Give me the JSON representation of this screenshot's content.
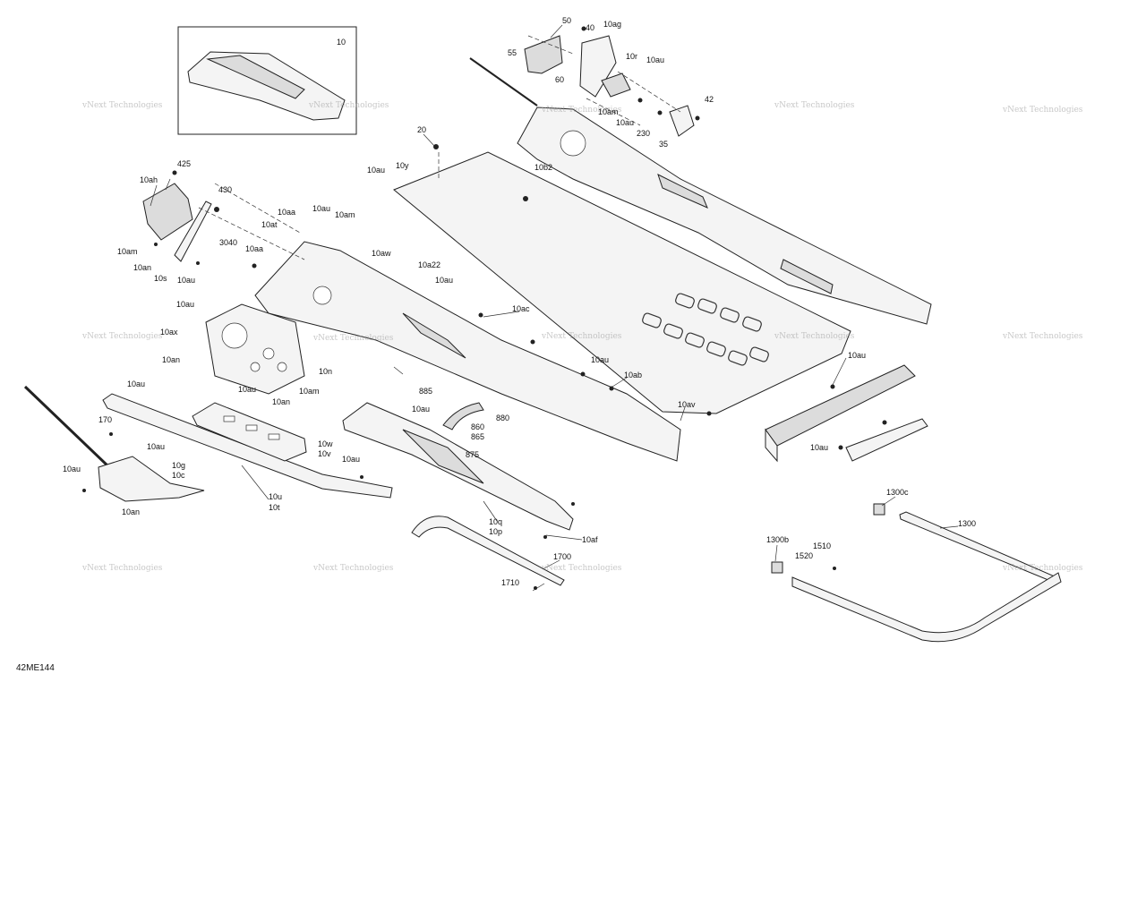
{
  "diagram": {
    "reference_code": "42ME144",
    "watermark_text": "vNext Technologies",
    "inset_label": "10",
    "callouts": {
      "c55": "55",
      "c50": "50",
      "c40": "40",
      "c10ag": "10ag",
      "c10r": "10r",
      "c10au_top": "10au",
      "c60": "60",
      "c10am_top": "10am",
      "c42": "42",
      "c10au_b": "10au",
      "c230": "230",
      "c35": "35",
      "c20": "20",
      "c10b2": "10b2",
      "c425": "425",
      "c10ah": "10ah",
      "c430": "430",
      "c10au_c": "10au",
      "c10y": "10y",
      "c10au_d": "10au",
      "c10am_b": "10am",
      "c10aa": "10aa",
      "c10at": "10at",
      "c3040": "3040",
      "c10aa_b": "10aa",
      "c10aw": "10aw",
      "c10a22": "10a22",
      "c10am_c": "10am",
      "c10an_a": "10an",
      "c10s": "10s",
      "c10au_e": "10au",
      "c10au_f": "10au",
      "c10au_g": "10au",
      "c10ax": "10ax",
      "c10an_b": "10an",
      "c10n": "10n",
      "c10au_h": "10au",
      "c10am_d": "10am",
      "c10ac": "10ac",
      "c10au_i": "10au",
      "c10ab": "10ab",
      "c10au_j": "10au",
      "c10an_c": "10an",
      "c885": "885",
      "c10au_k": "10au",
      "c860": "860",
      "c865": "865",
      "c880": "880",
      "c875": "875",
      "c10av": "10av",
      "c10au_l": "10au",
      "c10au_m": "10au",
      "c170": "170",
      "c10au_n": "10au",
      "c10w": "10w",
      "c10v": "10v",
      "c10au_o": "10au",
      "c10g": "10g",
      "c10c": "10c",
      "c10u": "10u",
      "c10t": "10t",
      "c10an_d": "10an",
      "c10au_p": "10au",
      "c10q": "10q",
      "c10p": "10p",
      "c10af": "10af",
      "c1700": "1700",
      "c1710": "1710",
      "c1300c": "1300c",
      "c1300": "1300",
      "c1300b": "1300b",
      "c1510": "1510",
      "c1520": "1520"
    },
    "colors": {
      "line": "#222222",
      "part_fill": "#f4f4f4",
      "shade": "#dcdcdc",
      "watermark": "#9a9a9a"
    }
  }
}
